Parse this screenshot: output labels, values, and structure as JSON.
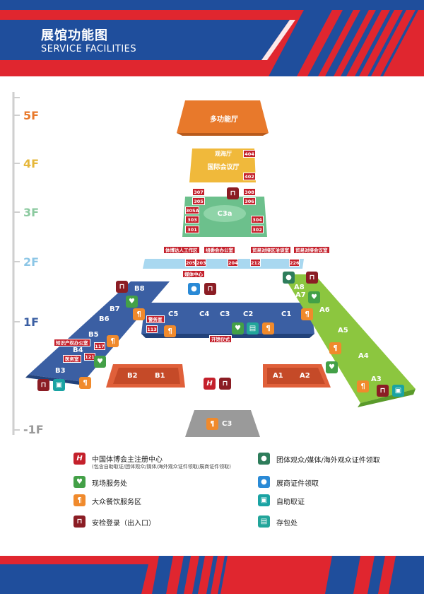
{
  "header": {
    "title_cn": "展馆功能图",
    "title_en": "SERVICE FACILITIES"
  },
  "floors": [
    {
      "label": "5F",
      "color": "#e8792b"
    },
    {
      "label": "4F",
      "color": "#e6b73a"
    },
    {
      "label": "3F",
      "color": "#8ccaa0"
    },
    {
      "label": "2F",
      "color": "#8cc6e6"
    },
    {
      "label": "1F",
      "color": "#3b5fa3"
    },
    {
      "label": "-1F",
      "color": "#9a9a9a"
    }
  ],
  "floor5": {
    "hall": "多功能厅"
  },
  "floor4": {
    "hall_1": "观海厅",
    "hall_2": "国际会议厅",
    "rooms": [
      "404",
      "402"
    ]
  },
  "floor3": {
    "hall": "C3a",
    "rooms_left": [
      "307",
      "305",
      "305A",
      "303",
      "301"
    ],
    "rooms_right": [
      "308",
      "306",
      "304",
      "302"
    ]
  },
  "floor2": {
    "tags": [
      "体博达人工作区",
      "组委会办公室",
      "贸易对接区洽谈室",
      "贸易对接会议室"
    ],
    "rooms": [
      "205",
      "203",
      "204",
      "212",
      "226"
    ],
    "media": "媒体中心"
  },
  "floor1": {
    "zones_left": [
      "B8",
      "B7",
      "B6",
      "B5",
      "B4",
      "B3"
    ],
    "zones_center": [
      "C5",
      "C4",
      "C3",
      "C2",
      "C1"
    ],
    "zones_right": [
      "A8",
      "A7",
      "A6",
      "A5",
      "A4",
      "A3"
    ],
    "lower_left": [
      "B2",
      "B1"
    ],
    "lower_right": [
      "A1",
      "A2"
    ],
    "tags": {
      "ip_office": "知识产权办公室",
      "police": "警务室",
      "clinic": "医务室",
      "opening": "开馆仪式"
    },
    "rooms": [
      "117",
      "121",
      "113"
    ]
  },
  "basement": {
    "hall": "C3"
  },
  "legend": [
    {
      "icon": "registration-center-icon",
      "text": "中国体博会主注册中心",
      "sub": "(包含自助取证/团体观众/媒体/海外观众证件领取/展商证件领取)"
    },
    {
      "icon": "onsite-service-icon",
      "text": "现场服务处"
    },
    {
      "icon": "food-service-icon",
      "text": "大众餐饮服务区"
    },
    {
      "icon": "security-entry-icon",
      "text": "安检登录（出入口）"
    },
    {
      "icon": "group-media-badge-icon",
      "text": "团体观众/媒体/海外观众证件领取"
    },
    {
      "icon": "exhibitor-badge-icon",
      "text": "展商证件领取"
    },
    {
      "icon": "self-service-badge-icon",
      "text": "自助取证"
    },
    {
      "icon": "luggage-storage-icon",
      "text": "存包处"
    }
  ],
  "colors": {
    "brand_red": "#e0262f",
    "brand_blue": "#1f4e9c",
    "hall_1f": "#3b5fa3",
    "hall_a": "#8cc63f",
    "floor4": "#f0b93b",
    "floor5": "#e8792b",
    "floor3": "#6cc08c",
    "floor2": "#a9d8f0",
    "lower_hall": "#e0603a",
    "basement": "#9a9a9a"
  }
}
